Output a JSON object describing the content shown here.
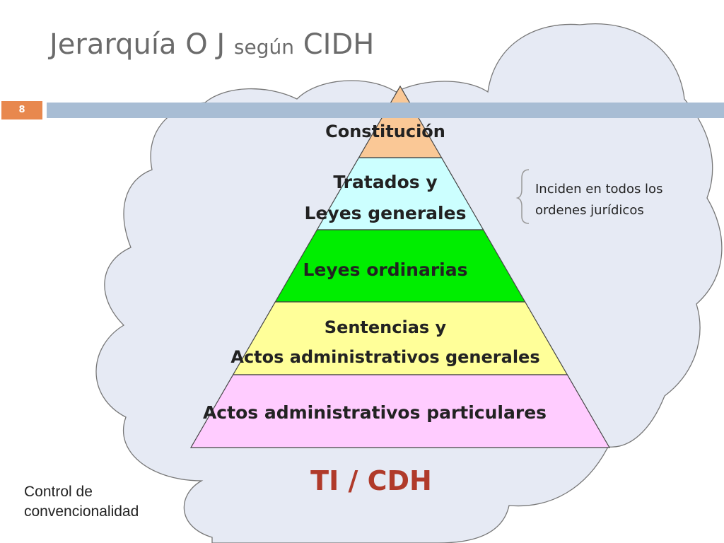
{
  "slide": {
    "title_main": "Jerarquía O J",
    "title_small": "según",
    "title_end": "CIDH",
    "number": "8"
  },
  "pyramid": {
    "layers": [
      {
        "lines": [
          "Constitución"
        ],
        "color": "#fac896"
      },
      {
        "lines": [
          "Tratados y",
          "Leyes generales"
        ],
        "color": "#ccffff"
      },
      {
        "lines": [
          "Leyes ordinarias"
        ],
        "color": "#00ee00"
      },
      {
        "lines": [
          "Sentencias y",
          "Actos administrativos generales"
        ],
        "color": "#ffff99"
      },
      {
        "lines": [
          "Actos administrativos particulares"
        ],
        "color": "#ffccff"
      }
    ]
  },
  "note": {
    "line1": "Inciden en todos los",
    "line2": "ordenes jurídicos"
  },
  "cloud_label": "TI  / CDH",
  "footer": {
    "line1": "Control de",
    "line2": "convencionalidad"
  },
  "colors": {
    "cloud_fill": "#e6eaf4",
    "cloud_stroke": "#777777",
    "title": "#6b6b6b",
    "accent_bar": "#a8bdd4",
    "slide_number_bg": "#e8884e",
    "cloud_label": "#b03a2a"
  }
}
